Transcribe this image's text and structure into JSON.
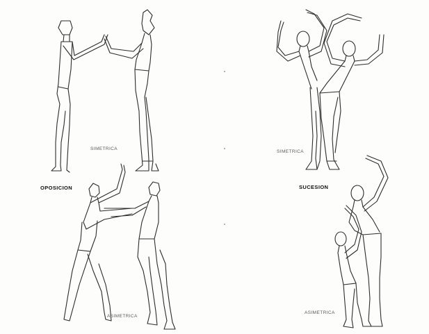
{
  "headings": {
    "left": "OPOSICION",
    "right": "SUCESION"
  },
  "labels": {
    "top_left": "SIMETRICA",
    "top_right": "SIMETRICA",
    "bottom_left": "ASIMETRICA",
    "bottom_right": "ASIMETRICA"
  },
  "colors": {
    "line": "#2c2c2c",
    "background": "#fdfdfc",
    "label": "#5a5a5a"
  }
}
